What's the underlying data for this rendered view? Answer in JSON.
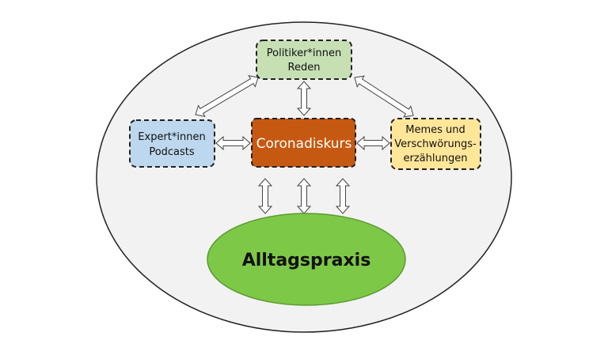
{
  "nodes": {
    "politik": {
      "lines": [
        "Politiker*innen",
        "Reden"
      ],
      "fill": "#c6e0b4"
    },
    "experten": {
      "lines": [
        "Expert*innen",
        "Podcasts"
      ],
      "fill": "#bdd7ee"
    },
    "diskurs": {
      "lines": [
        "Coronadiskurs"
      ],
      "fill": "#c65911"
    },
    "memes": {
      "lines": [
        "Memes und",
        "Verschwörungs-",
        "erzählungen"
      ],
      "fill": "#ffe699"
    },
    "alltag": {
      "lines": [
        "Alltagspraxis"
      ],
      "fill": "#7ec848"
    }
  },
  "colors": {
    "background_ellipse": "#f2f2f2",
    "outline": "#222222",
    "arrow_fill": "#ffffff"
  }
}
